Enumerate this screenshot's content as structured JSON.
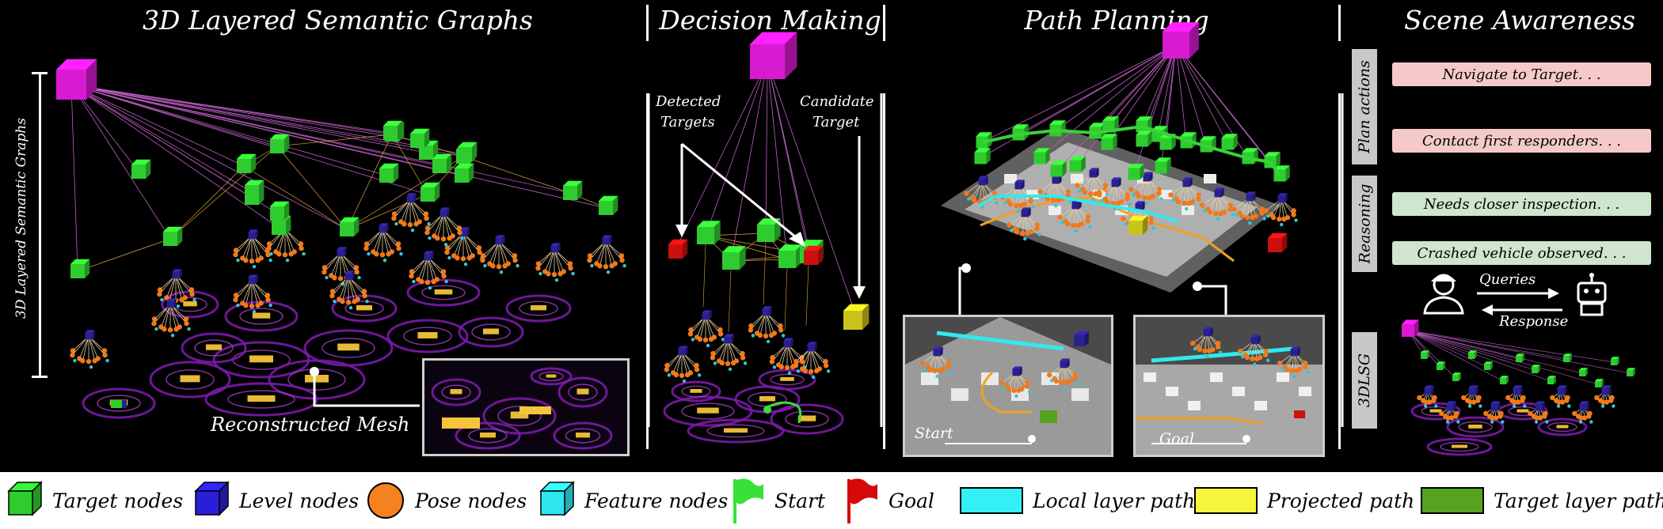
{
  "titles": {
    "panel1": "3D Layered Semantic Graphs",
    "panel2": "Decision Making",
    "panel3": "Path Planning",
    "panel4": "Scene Awareness"
  },
  "panel1": {
    "vertical_label": "3D Layered Semantic Graphs",
    "mesh_label": "Reconstructed Mesh"
  },
  "panel2": {
    "detected_label_line1": "Detected",
    "detected_label_line2": "Targets",
    "candidate_label_line1": "Candidate",
    "candidate_label_line2": "Target"
  },
  "panel3": {
    "start_label": "Start",
    "goal_label": "Goal"
  },
  "panel4": {
    "side_labels": {
      "plan_actions": "Plan actions",
      "reasoning": "Reasoning",
      "dlsg": "3DLSG"
    },
    "bubbles": [
      {
        "text": "Navigate to Target. . .",
        "tone": "pink"
      },
      {
        "text": "Contact first responders. . .",
        "tone": "pink"
      },
      {
        "text": "Needs closer inspection. . .",
        "tone": "green"
      },
      {
        "text": "Crashed vehicle observed. . .",
        "tone": "green"
      }
    ],
    "queries_label": "Queries",
    "response_label": "Response"
  },
  "legend": [
    {
      "label": "Target nodes",
      "icon": "green-cube-icon",
      "color": "#2ecc2e"
    },
    {
      "label": "Level nodes",
      "icon": "blue-cube-icon",
      "color": "#2a1fd6"
    },
    {
      "label": "Pose nodes",
      "icon": "orange-circle-icon",
      "color": "#f5821f"
    },
    {
      "label": "Feature nodes",
      "icon": "cyan-cube-icon",
      "color": "#2ee6f0"
    },
    {
      "label": "Start",
      "icon": "green-flag-icon",
      "color": "#38e038"
    },
    {
      "label": "Goal",
      "icon": "red-flag-icon",
      "color": "#d40a0a"
    },
    {
      "label": "Local layer path",
      "icon": "cyan-rect-icon",
      "color": "#33f0f5"
    },
    {
      "label": "Projected path",
      "icon": "yellow-rect-icon",
      "color": "#f5f53c"
    },
    {
      "label": "Target layer path",
      "icon": "green-rect-icon",
      "color": "#56a31f"
    }
  ],
  "colors": {
    "top_node": "#d81ad0",
    "target_node": "#2fcc2f",
    "level_node": "#2a2090",
    "pose_node": "#f07a1a",
    "feature_node": "#35c6d2",
    "red_node": "#cc1010",
    "yellow_node": "#c8c41a",
    "mesh_purple": "#7a1aa8",
    "mesh_yellow": "#f4c43a"
  }
}
